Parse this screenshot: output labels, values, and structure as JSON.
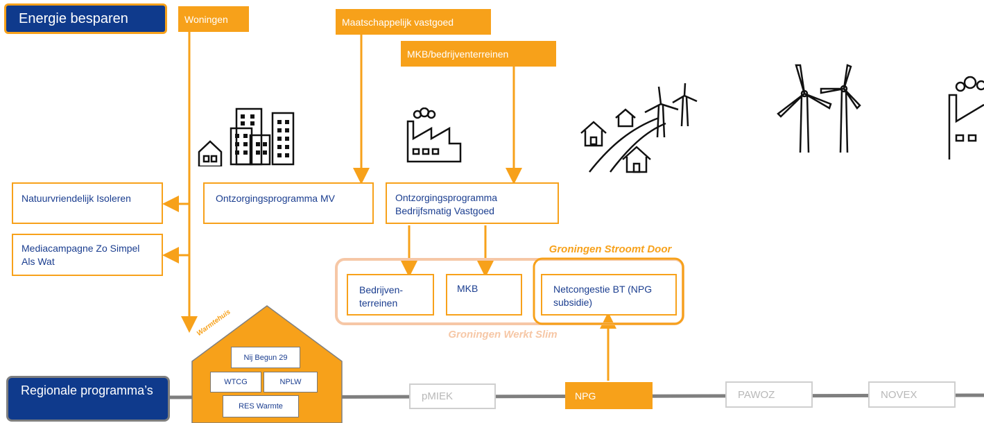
{
  "title": "Energie besparen",
  "regional": "Regionale programma’s",
  "sectors": {
    "woningen": "Woningen",
    "mv": "Maatschappelijk vastgoed",
    "mkb": "MKB/bedrijventerreinen"
  },
  "programs": {
    "isoleren": "Natuurvriendelijk Isoleren",
    "media": "Mediacampagne Zo Simpel Als Wat",
    "ontz_mv": "Ontzorgingsprogramma MV",
    "ontz_bv": "Ontzorgingsprogramma Bedrijfsmatig Vastgoed",
    "bedrijven": "Bedrijven-terreinen",
    "mkb_box": "MKB",
    "netcongestie": "Netcongestie BT (NPG subsidie)"
  },
  "groups": {
    "gsd": "Groningen Stroomt Door",
    "gws": "Groningen Werkt Slim"
  },
  "warmtehuis": {
    "label": "Warmtehuis",
    "items": [
      "Nij Begun 29",
      "WTCG",
      "NPLW",
      "RES Warmte"
    ]
  },
  "timeline": [
    "pMIEK",
    "NPG",
    "PAWOZ",
    "NOVEX"
  ],
  "colors": {
    "navy": "#0f3a8c",
    "orange": "#f7a11a",
    "light_orange": "#f6c7a6",
    "grey": "#7f7f7f"
  },
  "icons": [
    "buildings-icon",
    "factory-icon",
    "houses-windmills-icon",
    "windmills-icon",
    "factory-icon"
  ]
}
